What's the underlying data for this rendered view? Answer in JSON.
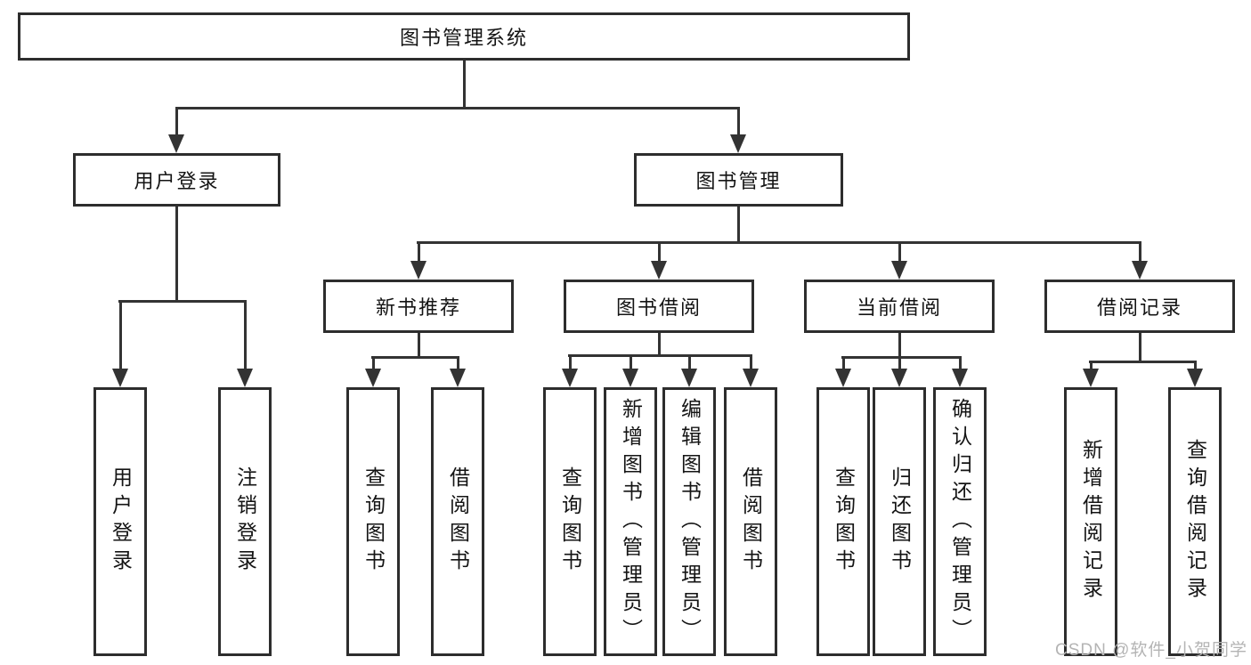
{
  "nodes": {
    "root": "图书管理系统",
    "user_login": "用户登录",
    "book_mgmt": "图书管理",
    "new_book": "新书推荐",
    "book_borrow": "图书借阅",
    "current_borrow": "当前借阅",
    "borrow_record": "借阅记录"
  },
  "leaves": {
    "user_login": [
      "用户登录",
      "注销登录"
    ],
    "new_book": [
      "查询图书",
      "借阅图书"
    ],
    "book_borrow": [
      "查询图书",
      "新增图书（管理员）",
      "编辑图书（管理员）",
      "借阅图书"
    ],
    "current_borrow": [
      "查询图书",
      "归还图书",
      "确认归还（管理员）"
    ],
    "borrow_record": [
      "新增借阅记录",
      "查询借阅记录"
    ]
  },
  "watermark": "CSDN @软件_小贺同学",
  "colors": {
    "background": "#ffffff",
    "box_border": "#2d2d2d",
    "connector_line": "#333333",
    "text": "#141414",
    "watermark": "#b4b4b4"
  }
}
